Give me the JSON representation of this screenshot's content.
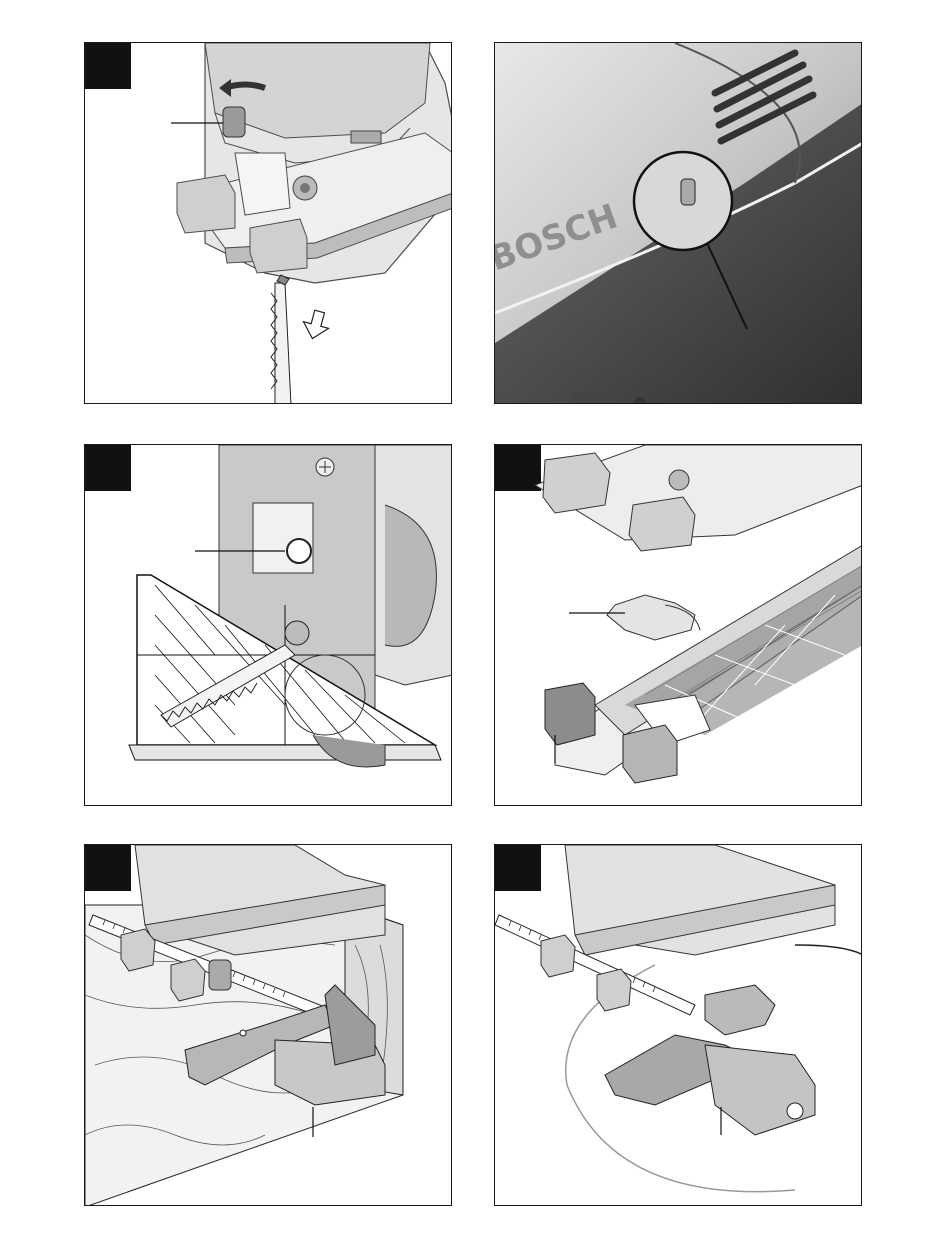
{
  "document": {
    "type": "illustration-sheet",
    "figures": [
      {
        "id": "fig1",
        "subject": "jigsaw-blade-insertion",
        "brand_text": ""
      },
      {
        "id": "fig2",
        "subject": "jigsaw-housing-closeup",
        "brand_text": "BOSCH"
      },
      {
        "id": "fig3",
        "subject": "blade-angle-check",
        "brand_text": ""
      },
      {
        "id": "fig4",
        "subject": "base-plate-exploded",
        "brand_text": ""
      },
      {
        "id": "fig5",
        "subject": "parallel-guide-on-workpiece",
        "brand_text": ""
      },
      {
        "id": "fig6",
        "subject": "circle-cutter-guide",
        "brand_text": ""
      }
    ]
  },
  "colors": {
    "border": "#1a1a1a",
    "badge": "#111111",
    "tool_light": "#e6e6e6",
    "tool_mid": "#bdbdbd",
    "tool_dark": "#7a7a7a",
    "tool_shadow": "#4d4d4d"
  }
}
